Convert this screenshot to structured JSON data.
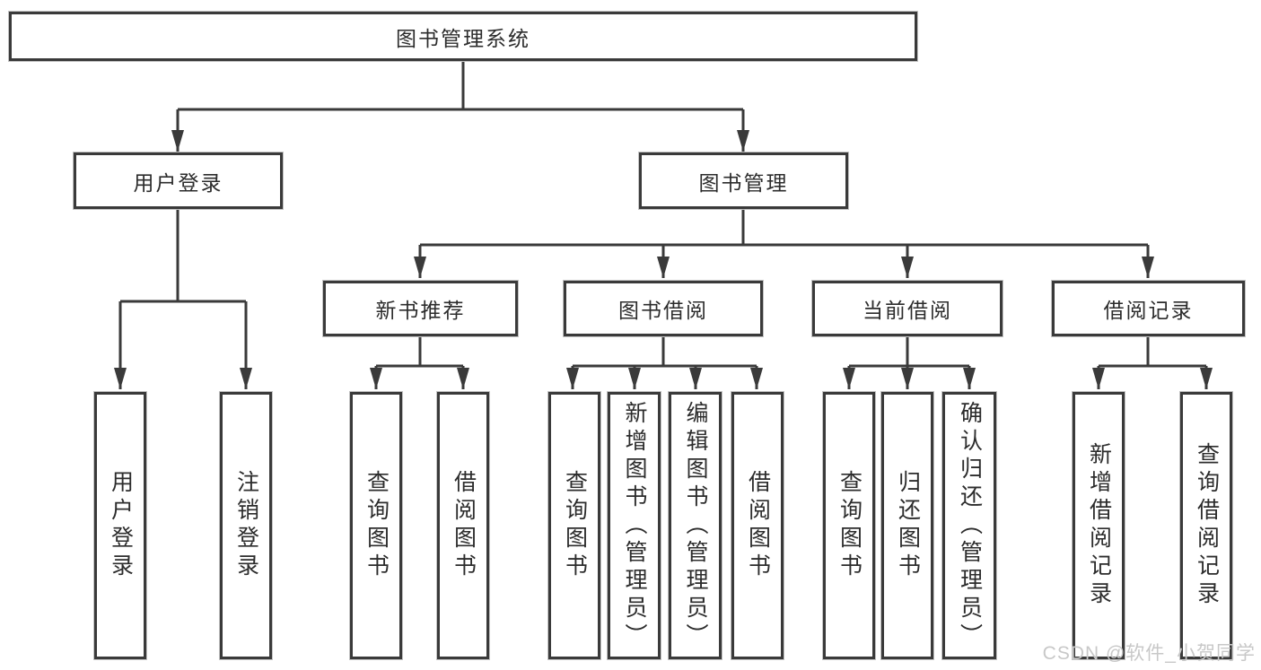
{
  "tree": {
    "root": "图书管理系统",
    "children": [
      {
        "label": "用户登录",
        "children": [
          "用户登录",
          "注销登录"
        ]
      },
      {
        "label": "图书管理",
        "children": [
          {
            "label": "新书推荐",
            "children": [
              "查询图书",
              "借阅图书"
            ]
          },
          {
            "label": "图书借阅",
            "children": [
              "查询图书",
              "新增图书（管理员）",
              "编辑图书（管理员）",
              "借阅图书"
            ]
          },
          {
            "label": "当前借阅",
            "children": [
              "查询图书",
              "归还图书",
              "确认归还（管理员）"
            ]
          },
          {
            "label": "借阅记录",
            "children": [
              "新增借阅记录",
              "查询借阅记录"
            ]
          }
        ]
      }
    ]
  },
  "watermark": {
    "text": "CSDN @软件_小贺同学"
  },
  "colors": {
    "line": "#3a3a3a",
    "text": "#2c2c2c",
    "box_background": "#ffffff",
    "watermark": "#c8c8c8",
    "background": "#ffffff"
  }
}
